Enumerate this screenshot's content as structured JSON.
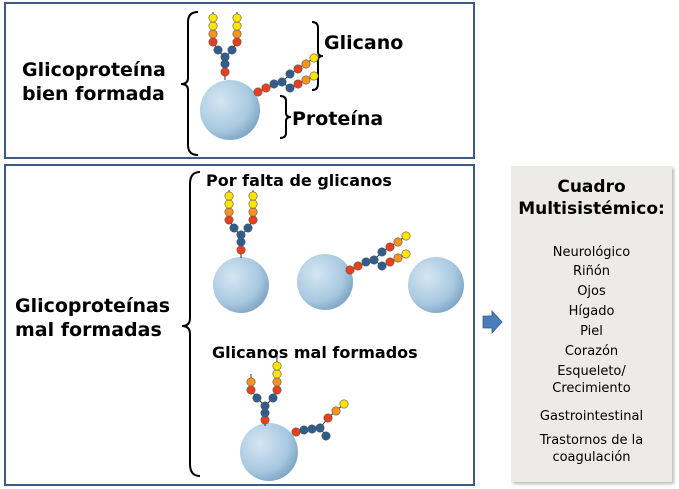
{
  "top": {
    "label": "Glicoproteína\nbien formada",
    "glycan_label": "Glicano",
    "protein_label": "Proteína"
  },
  "bottom": {
    "label": "Glicoproteínas\nmal formadas",
    "lack_label": "Por falta de glicanos",
    "bad_label": "Glicanos mal formados"
  },
  "cuadro": {
    "title": "Cuadro\nMultisistémico:",
    "items": [
      "Neurológico",
      "Riñón",
      "Ojos",
      "Hígado",
      "Piel",
      "Corazón",
      "Esqueleto/\nCrecimiento",
      "Gastrointestinal",
      "Trastornos de la\ncoagulación"
    ]
  },
  "colors": {
    "border": "#3d5a85",
    "protein": "#a8c8e0",
    "yellow": "#ffe400",
    "orange": "#f7941d",
    "red": "#e8401c",
    "blue": "#2e5d8e",
    "arrow": "#4a7ebb",
    "box": "#ecebe7"
  }
}
